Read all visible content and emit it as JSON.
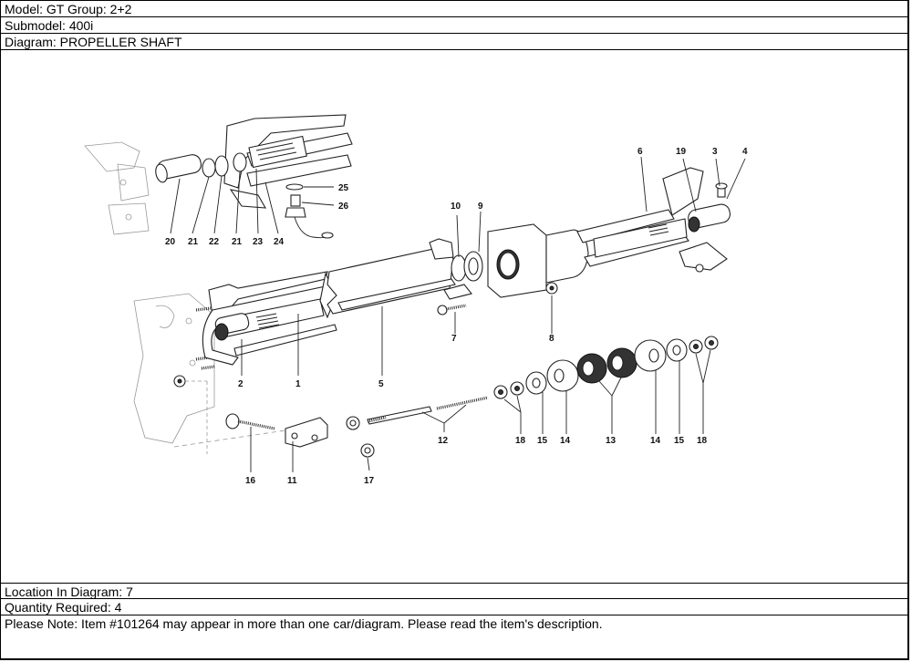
{
  "header": {
    "model": "Model: GT Group: 2+2",
    "submodel": "Submodel: 400i",
    "diagram": "Diagram: PROPELLER SHAFT"
  },
  "diagram": {
    "title": "PROPELLER SHAFT",
    "callouts": {
      "c1": "1",
      "c2": "2",
      "c3": "3",
      "c4": "4",
      "c5": "5",
      "c6": "6",
      "c7": "7",
      "c8": "8",
      "c9": "9",
      "c10": "10",
      "c11": "11",
      "c12": "12",
      "c13": "13",
      "c14a": "14",
      "c14b": "14",
      "c15a": "15",
      "c15b": "15",
      "c16": "16",
      "c17": "17",
      "c18a": "18",
      "c18b": "18",
      "c19": "19",
      "c20": "20",
      "c21a": "21",
      "c22": "22",
      "c21b": "21",
      "c23": "23",
      "c24": "24",
      "c25": "25",
      "c26": "26"
    }
  },
  "footer": {
    "location": "Location In Diagram: 7",
    "quantity": "Quantity Required: 4",
    "note": "Please Note: Item #101264 may appear in more than one car/diagram. Please read the item's description."
  }
}
